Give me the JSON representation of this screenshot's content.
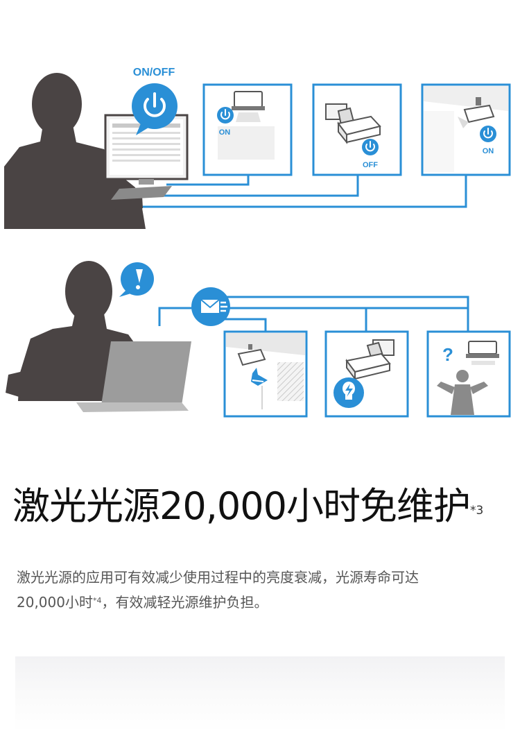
{
  "illustration": {
    "power_label": "ON/OFF",
    "proj1_state": "ON",
    "proj2_state": "OFF",
    "proj3_state": "ON",
    "accent_color": "#2a8fd6",
    "silhouette_color": "#4a4444",
    "icons": [
      "power-icon",
      "mail-icon",
      "exclamation-icon",
      "question-icon",
      "lamp-warning-icon"
    ]
  },
  "headline": {
    "text": "激光光源20,000小时免维护",
    "note": "*3"
  },
  "description": {
    "line1": "激光光源的应用可有效减少使用过程中的亮度衰减，光源寿命可达",
    "line2_pre": "20,000小时",
    "line2_note": "*4",
    "line2_post": "，有效减轻光源维护负担。"
  }
}
